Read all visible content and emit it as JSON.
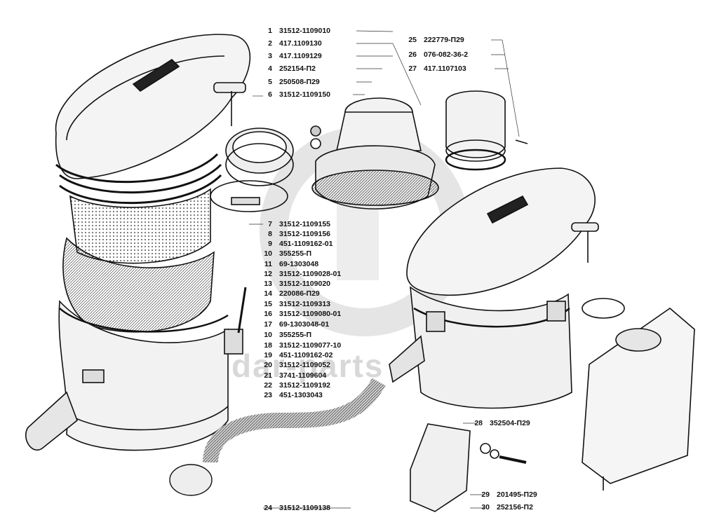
{
  "watermark": "dar-parts",
  "callouts": [
    {
      "num": "1",
      "part": "31512-1109010"
    },
    {
      "num": "2",
      "part": "417.1109130"
    },
    {
      "num": "3",
      "part": "417.1109129"
    },
    {
      "num": "4",
      "part": "252154-П2"
    },
    {
      "num": "5",
      "part": "250508-П29"
    },
    {
      "num": "6",
      "part": "31512-1109150"
    },
    {
      "num": "25",
      "part": "222779-П29"
    },
    {
      "num": "26",
      "part": "076-082-36-2"
    },
    {
      "num": "27",
      "part": "417.1107103"
    },
    {
      "num": "7",
      "part": "31512-1109155"
    },
    {
      "num": "8",
      "part": "31512-1109156"
    },
    {
      "num": "9",
      "part": "451-1109162-01"
    },
    {
      "num": "10",
      "part": "355255-П"
    },
    {
      "num": "11",
      "part": "69-1303048"
    },
    {
      "num": "12",
      "part": "31512-1109028-01"
    },
    {
      "num": "13",
      "part": "31512-1109020"
    },
    {
      "num": "14",
      "part": "220086-П29"
    },
    {
      "num": "15",
      "part": "31512-1109313"
    },
    {
      "num": "16",
      "part": "31512-1109080-01"
    },
    {
      "num": "17",
      "part": "69-1303048-01"
    },
    {
      "num": "10",
      "part": "355255-П"
    },
    {
      "num": "18",
      "part": "31512-1109077-10"
    },
    {
      "num": "19",
      "part": "451-1109162-02"
    },
    {
      "num": "20",
      "part": "31512-1109052"
    },
    {
      "num": "21",
      "part": "3741-1109604"
    },
    {
      "num": "22",
      "part": "31512-1109192"
    },
    {
      "num": "23",
      "part": "451-1303043"
    },
    {
      "num": "28",
      "part": "352504-П29"
    },
    {
      "num": "29",
      "part": "201495-П29"
    },
    {
      "num": "30",
      "part": "252156-П2"
    },
    {
      "num": "24",
      "part": "31512-1109138"
    }
  ]
}
